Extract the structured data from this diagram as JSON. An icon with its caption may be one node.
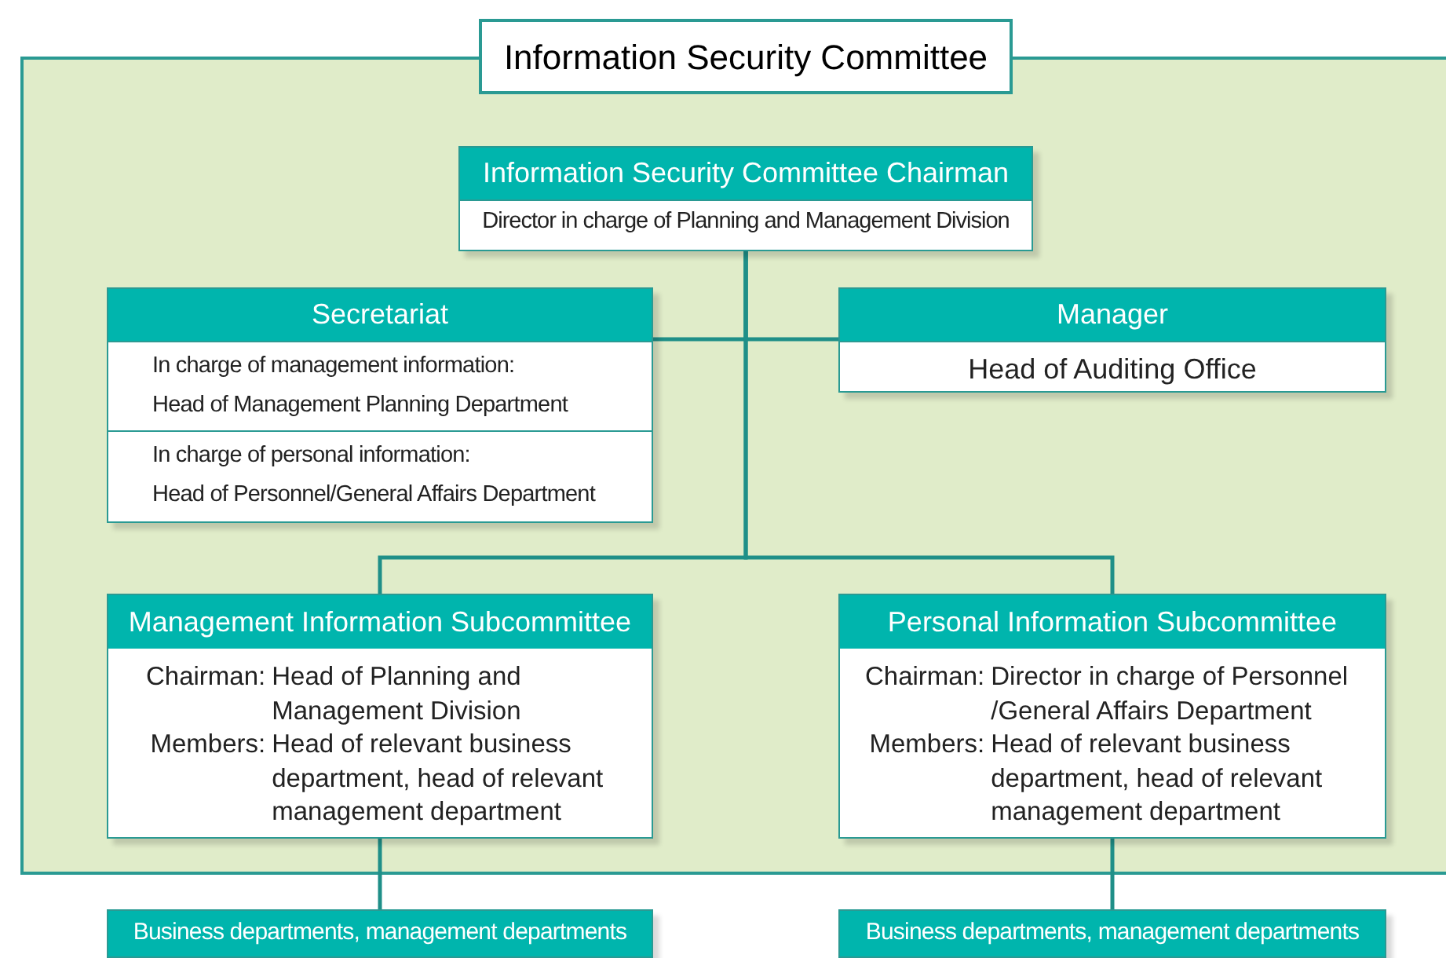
{
  "diagram": {
    "nodes": [
      {
        "text": [
          "Information Security Committee"
        ]
      },
      {
        "text": [
          "Information Security Committee Chairman",
          "Director in charge of Planning and Management Division"
        ],
        "in": 0
      },
      {
        "text": [
          "Secretariat",
          "In charge of management information: Head of Management Planning Department",
          "In charge of personal information: Head of Personnel/General Affairs Department"
        ],
        "in": 0
      },
      {
        "text": [
          "Manager",
          "Head of Auditing Office"
        ],
        "in": 0
      },
      {
        "text": [
          "Management Information Subcommittee",
          "Chairman:",
          "Head of Planning and Management Division",
          "Members:",
          "Head of relevant business department, head of relevant management department"
        ],
        "in": 0
      },
      {
        "text": [
          "Personal Information Subcommittee",
          "Chairman:",
          "Director in charge of Personnel /General Affairs Department",
          "Members:",
          "Head of relevant business department, head of relevant management department"
        ],
        "in": 0
      },
      {
        "text": [
          "Business departments, management departments"
        ]
      },
      {
        "text": [
          "Business departments, management departments"
        ]
      }
    ],
    "edges": [
      {
        "from": 1,
        "to": 2,
        "arrow": "none"
      },
      {
        "from": 1,
        "to": 3,
        "arrow": "none"
      },
      {
        "from": 1,
        "to": 4,
        "arrow": "none"
      },
      {
        "from": 1,
        "to": 5,
        "arrow": "none"
      },
      {
        "from": 4,
        "to": 6,
        "arrow": "none"
      },
      {
        "from": 5,
        "to": 7,
        "arrow": "none"
      }
    ]
  }
}
